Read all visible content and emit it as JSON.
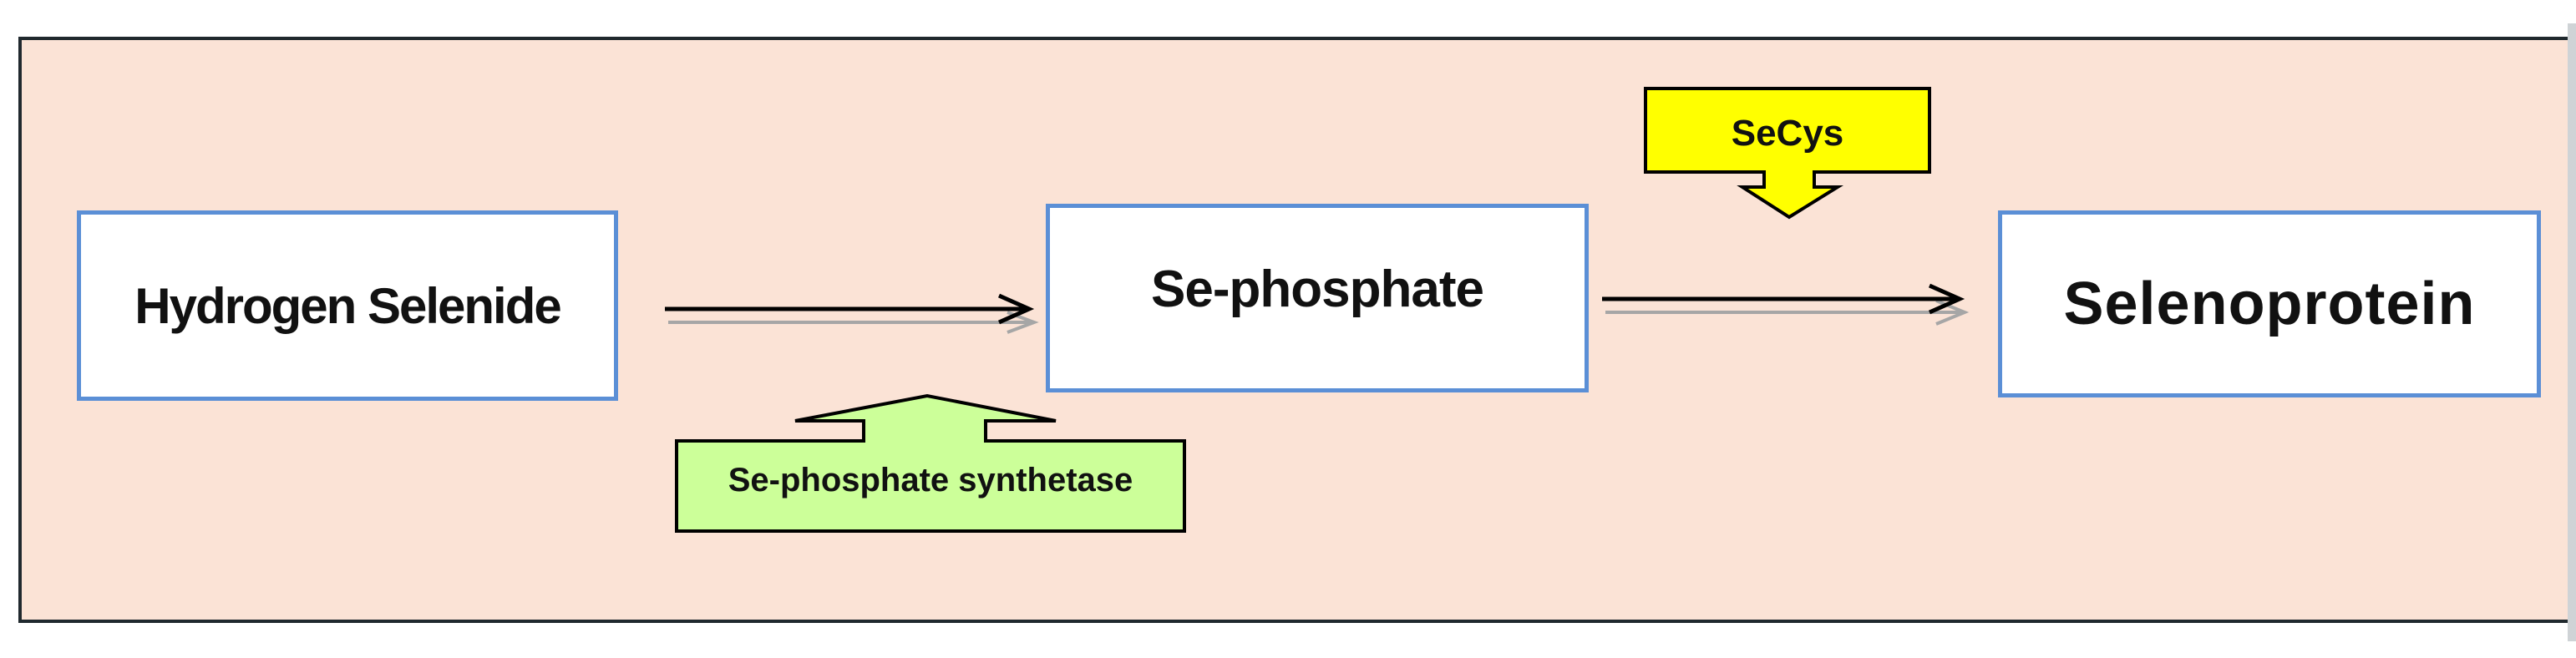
{
  "diagram": {
    "nodes": {
      "hydrogen_selenide": "Hydrogen Selenide",
      "se_phosphate": "Se-phosphate",
      "selenoprotein": "Selenoprotein"
    },
    "enzymes": {
      "synthetase": "Se-phosphate synthetase",
      "secys": "SeCys"
    },
    "colors": {
      "background": "#fbe3d6",
      "node_border": "#5b8fd6",
      "synthetase_fill": "#ccff99",
      "secys_fill": "#ffff00"
    }
  }
}
